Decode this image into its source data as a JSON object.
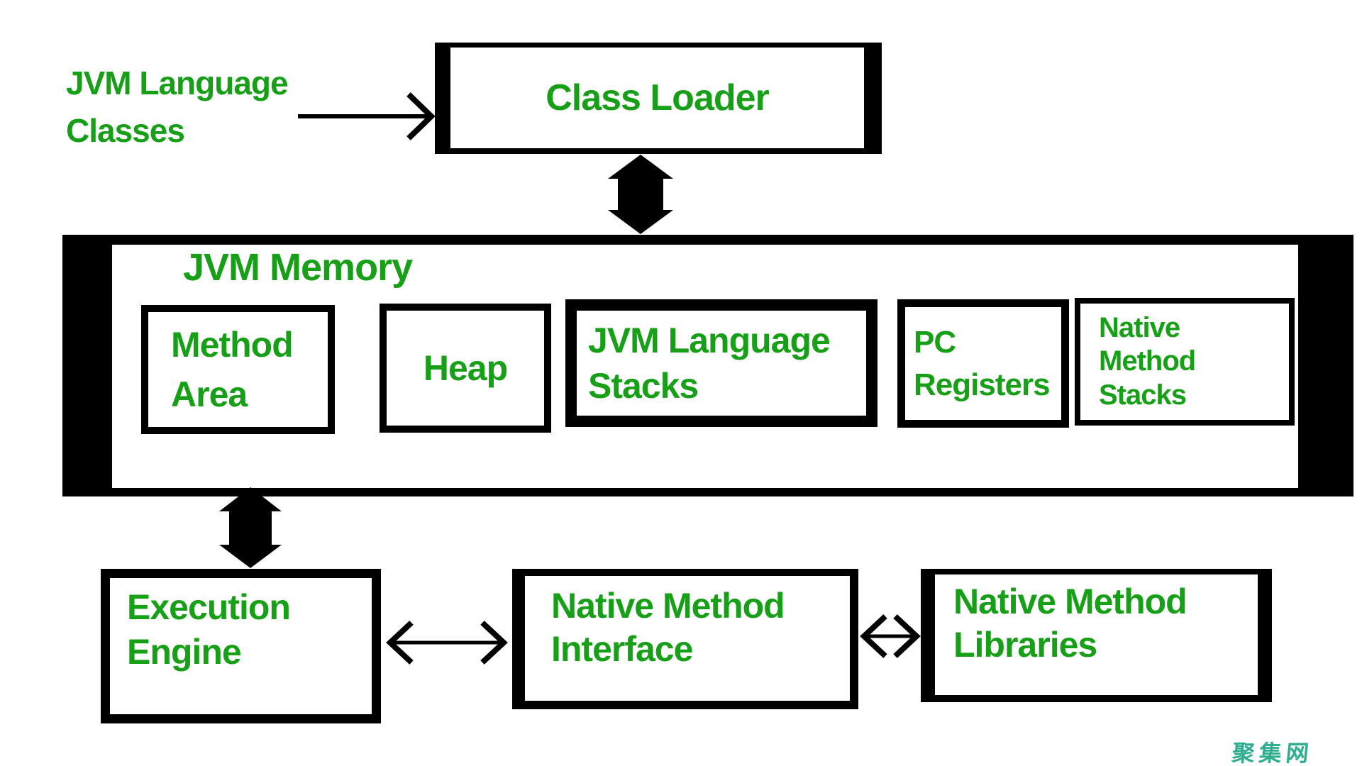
{
  "diagram": {
    "type": "flow-diagram",
    "subject": "JVM Architecture",
    "colors": {
      "label_green": "#17A017",
      "shape_stroke": "#000000",
      "shape_fill": "#ffffff",
      "watermark_teal": "#2FAE8F",
      "background": "#ffffff"
    },
    "nodes": {
      "jvm_language_classes": {
        "lines": [
          "JVM Language",
          "Classes"
        ]
      },
      "class_loader": {
        "label": "Class Loader"
      },
      "jvm_memory": {
        "label": "JVM Memory"
      },
      "method_area": {
        "lines": [
          "Method",
          "Area"
        ]
      },
      "heap": {
        "label": "Heap"
      },
      "jvm_language_stacks": {
        "lines": [
          "JVM Language",
          "Stacks"
        ]
      },
      "pc_registers": {
        "lines": [
          "PC",
          "Registers"
        ]
      },
      "native_method_stacks": {
        "lines": [
          "Native",
          "Method",
          "Stacks"
        ]
      },
      "execution_engine": {
        "lines": [
          "Execution",
          "Engine"
        ]
      },
      "native_method_interface": {
        "lines": [
          "Native Method",
          "Interface"
        ]
      },
      "native_method_libraries": {
        "lines": [
          "Native Method",
          "Libraries"
        ]
      }
    },
    "connections": [
      {
        "from": "jvm_language_classes",
        "to": "class_loader",
        "style": "thin-single-arrow-right"
      },
      {
        "from": "class_loader",
        "to": "jvm_memory",
        "style": "thick-double-arrow-vertical"
      },
      {
        "from": "jvm_memory",
        "to": "execution_engine",
        "style": "thick-double-arrow-vertical"
      },
      {
        "from": "execution_engine",
        "to": "native_method_interface",
        "style": "thin-double-arrow-horizontal"
      },
      {
        "from": "native_method_interface",
        "to": "native_method_libraries",
        "style": "thin-double-arrow-horizontal"
      }
    ],
    "watermark": "聚集网"
  }
}
